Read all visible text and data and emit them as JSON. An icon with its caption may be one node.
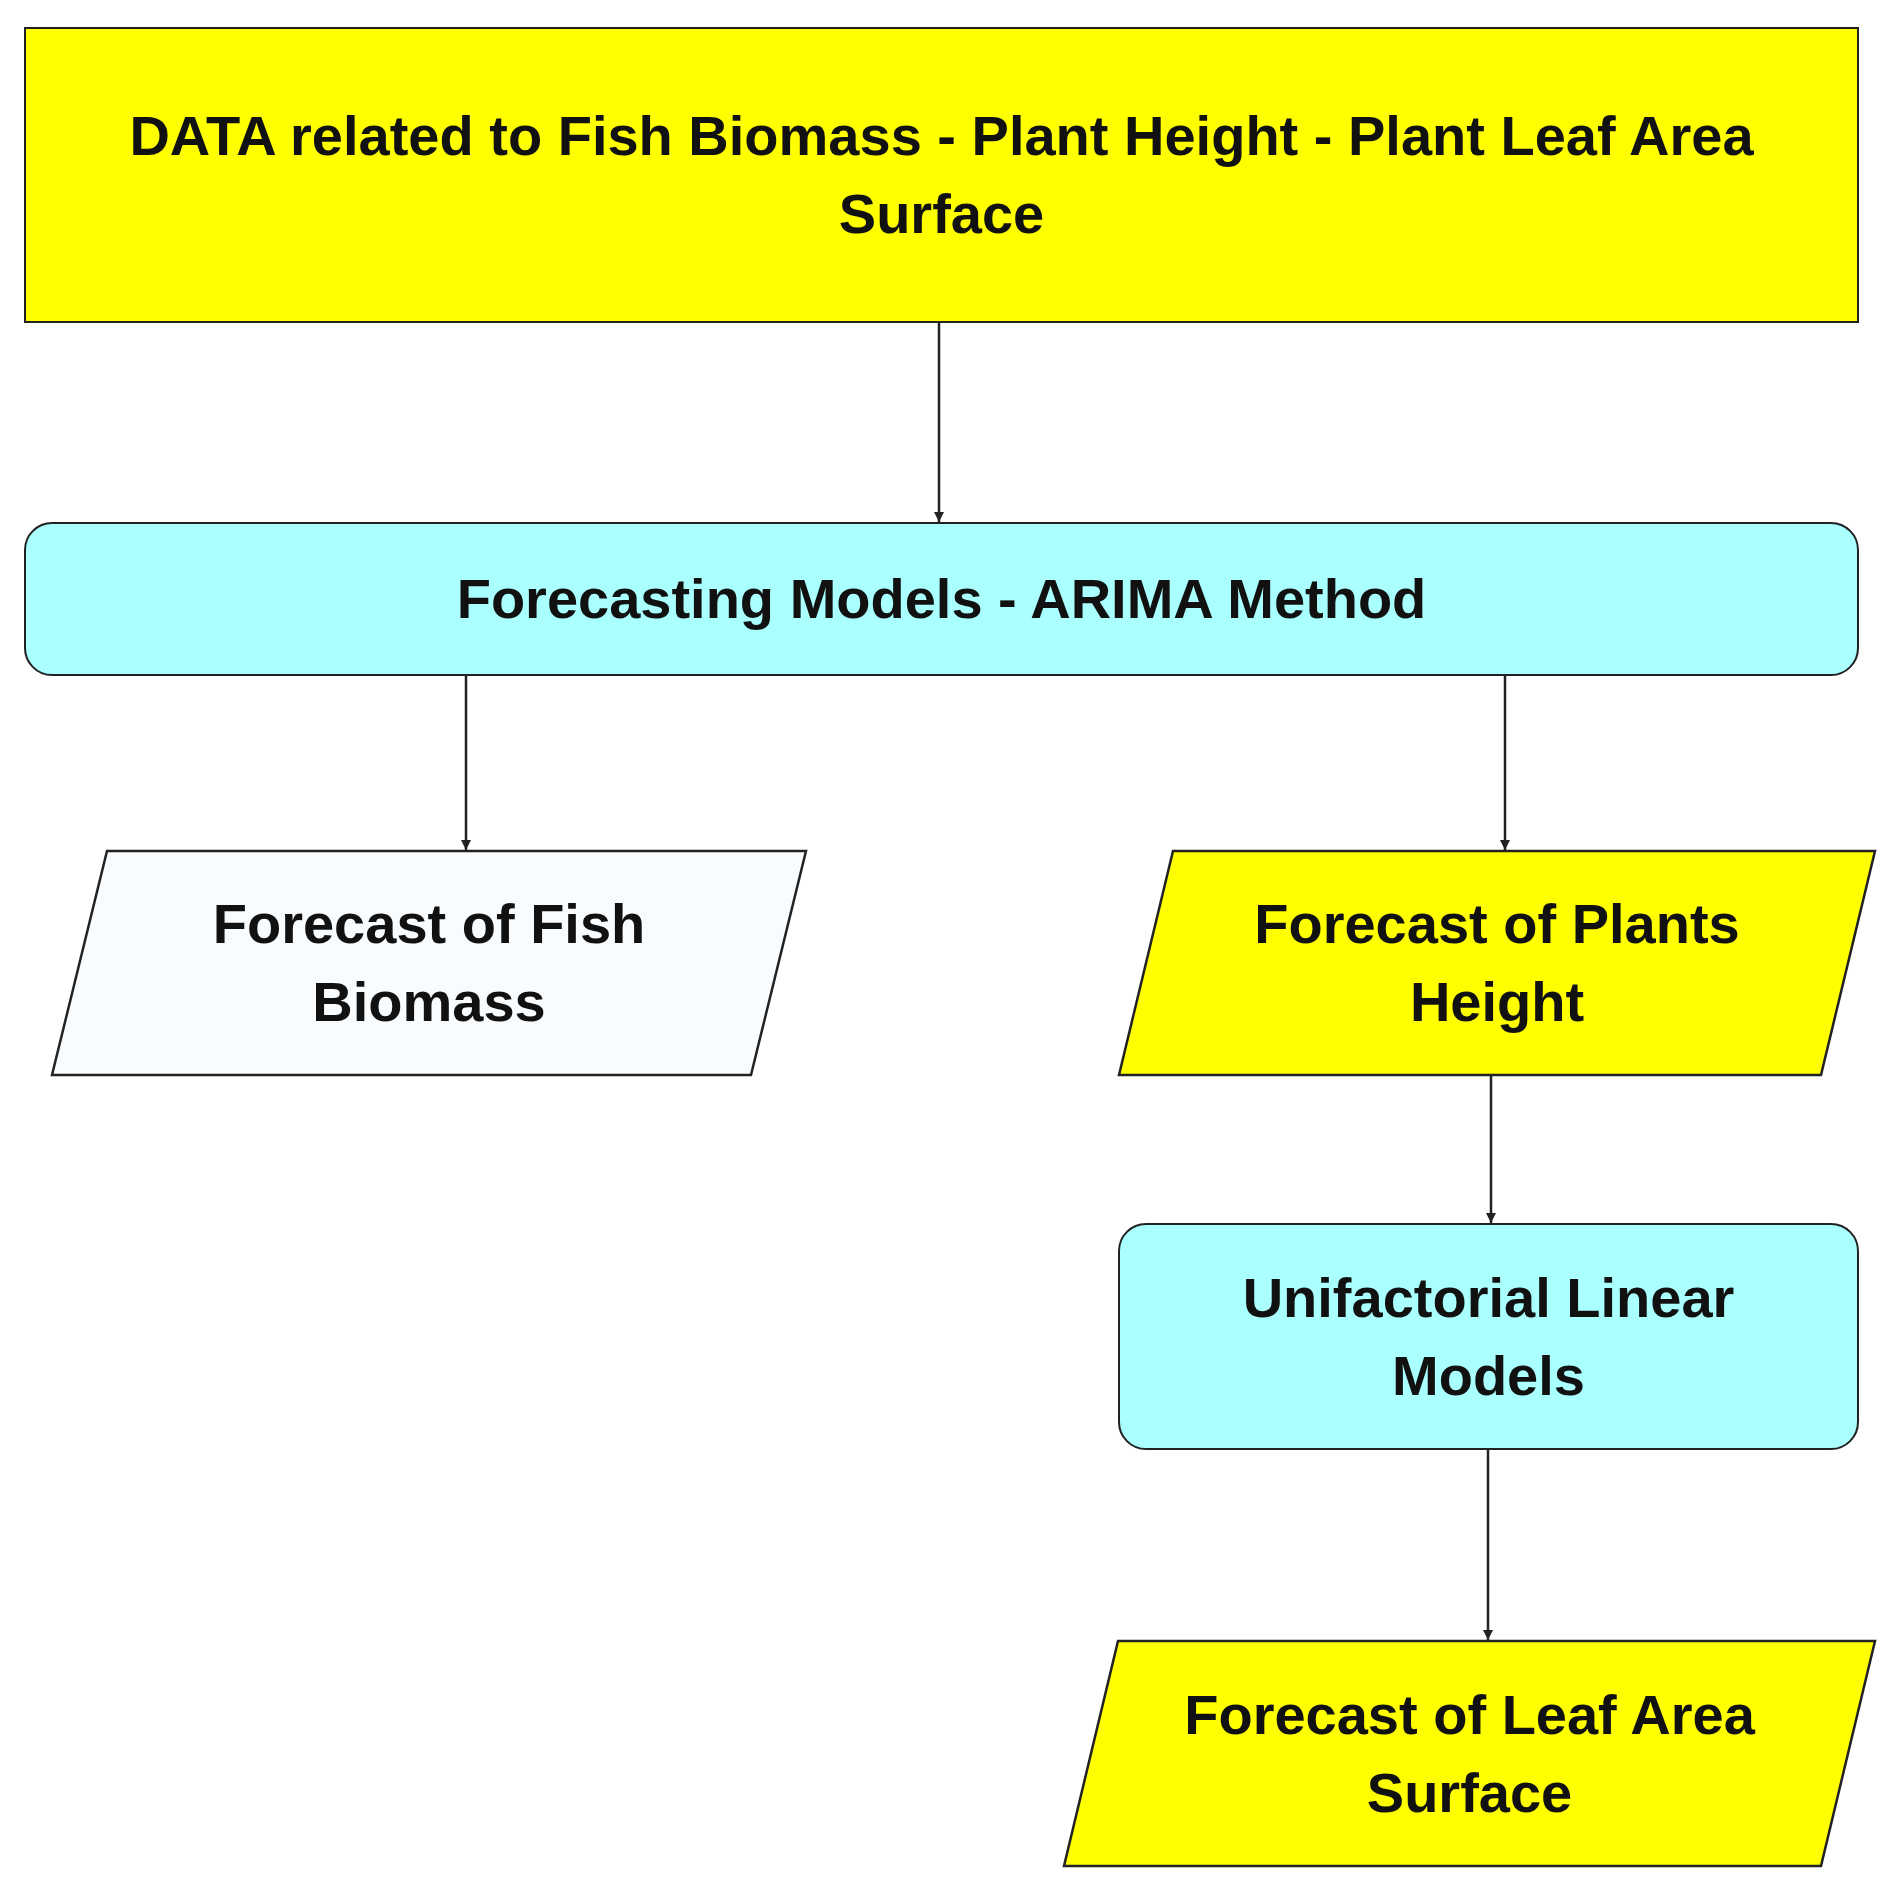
{
  "diagram": {
    "nodes": [
      {
        "text": [
          "DATA related to Fish Biomass - Plant Height - Plant Leaf Area Surface"
        ]
      },
      {
        "text": [
          "Forecasting Models  - ARIMA Method"
        ]
      },
      {
        "text": [
          "Forecast of Fish Biomass"
        ]
      },
      {
        "text": [
          "Forecast of Plants Height"
        ]
      },
      {
        "text": [
          "Unifactorial Linear Models"
        ]
      },
      {
        "text": [
          "Forecast of Leaf Area Surface"
        ]
      }
    ],
    "edges": [
      {
        "from": 0,
        "to": 1,
        "arrow": "to"
      },
      {
        "from": 1,
        "to": 2,
        "arrow": "to"
      },
      {
        "from": 1,
        "to": 3,
        "arrow": "to"
      },
      {
        "from": 3,
        "to": 4,
        "arrow": "to"
      },
      {
        "from": 4,
        "to": 5,
        "arrow": "to"
      }
    ]
  }
}
